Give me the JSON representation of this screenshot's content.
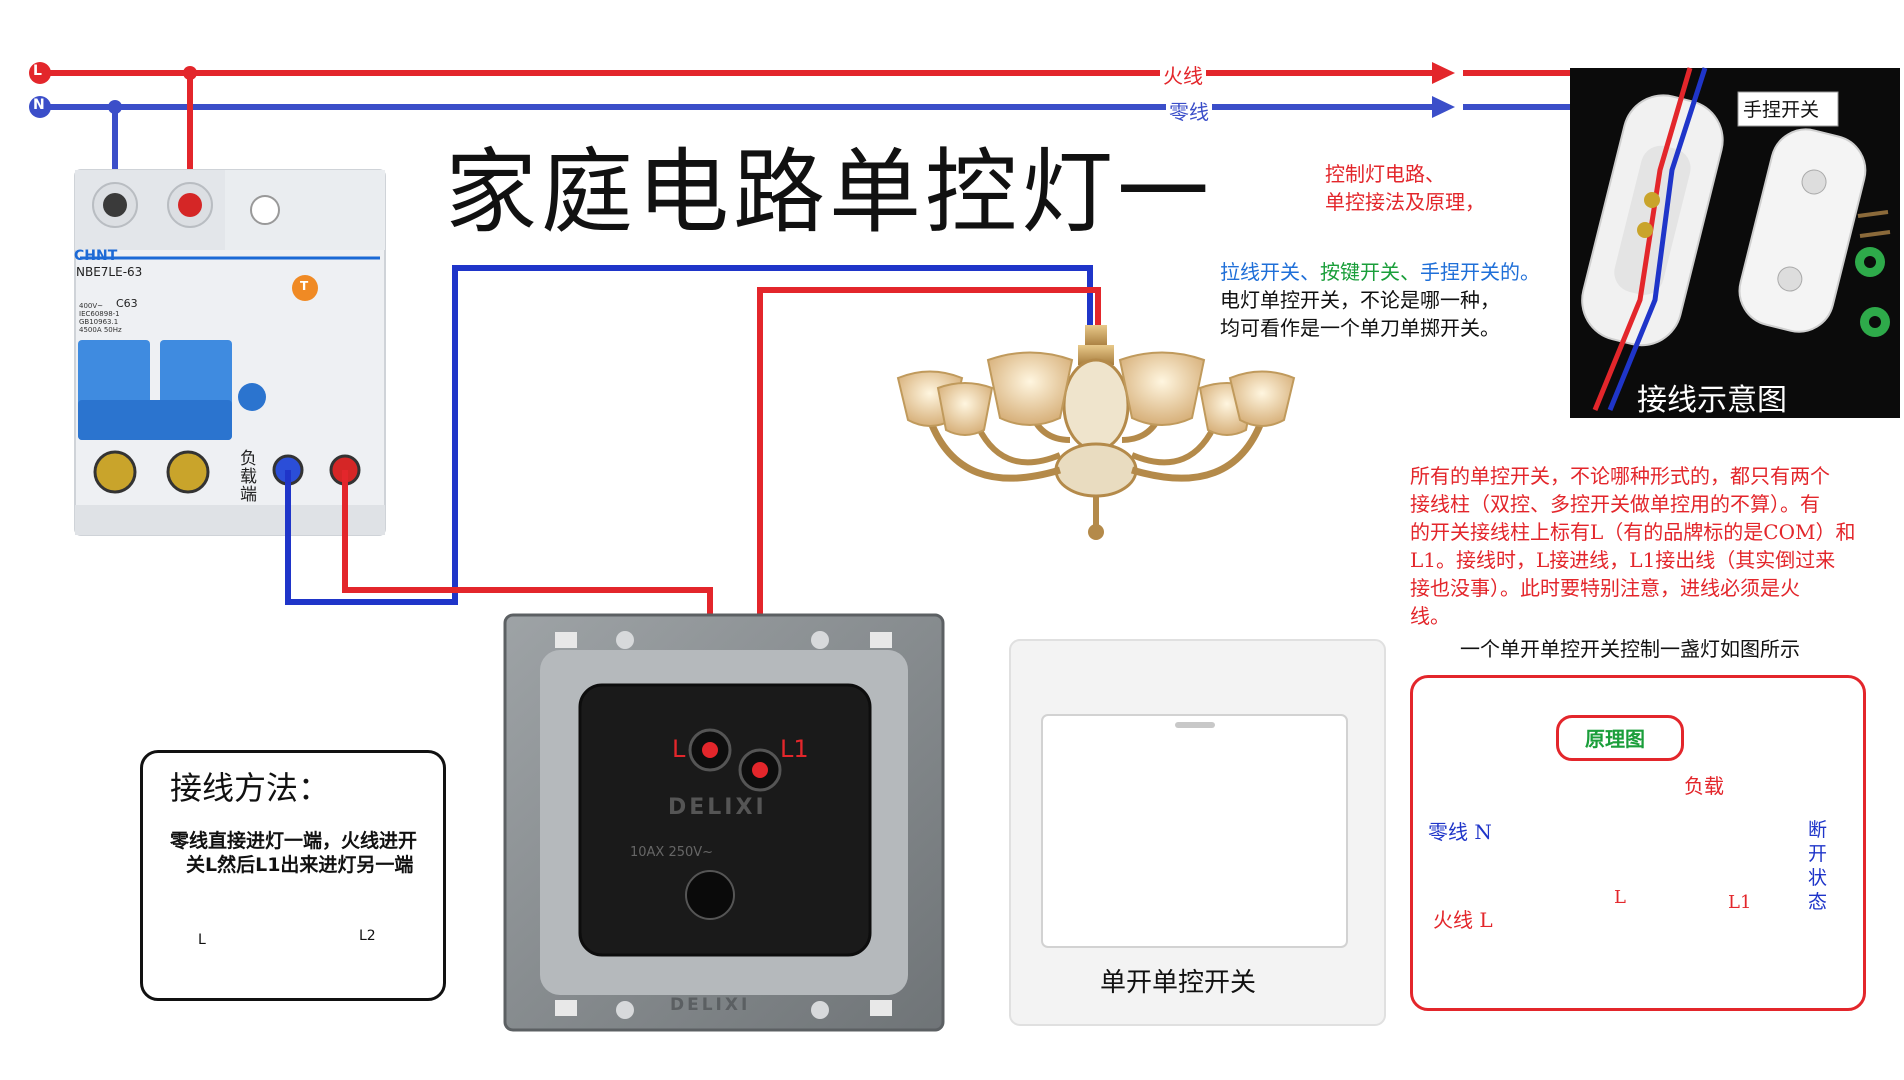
{
  "title": "家庭电路单控灯一",
  "bus": {
    "L_marker": "L",
    "N_marker": "N",
    "live_label": "火线",
    "neutral_label": "零线"
  },
  "breaker": {
    "brand": "CHNT",
    "model": "NBE7LE-63",
    "rating": "C63",
    "specs": [
      "400V~",
      "IEC60898-1",
      "GB10963.1",
      "4500A 50Hz"
    ],
    "load_label": "负载端",
    "test_label": "T"
  },
  "top_note": {
    "line1": "控制灯电路、",
    "line2": "单控接法及原理，"
  },
  "switch_types": {
    "part1": "拉线开关、",
    "part2": "按键开关、",
    "part3": "手捏开关的。",
    "line2": "电灯单控开关，不论是哪一种，",
    "line3": "均可看作是一个单刀单掷开关。"
  },
  "photo_panel": {
    "tag": "手捏开关",
    "caption": "接线示意图"
  },
  "explanation": {
    "lines": [
      "所有的单控开关，不论哪种形式的，都只有两个",
      "接线柱（双控、多控开关做单控用的不算）。有",
      "的开关接线柱上标有L（有的品牌标的是COM）和",
      "L1。接线时，L接进线，L1接出线（其实倒过来",
      "接也没事）。此时要特别注意，进线必须是火",
      "线。"
    ],
    "footer": "一个单开单控开关控制一盏灯如图所示"
  },
  "wiring_method": {
    "heading": "接线方法：",
    "line1": "零线直接进灯一端，火线进开",
    "line2": "关L然后L1出来进灯另一端",
    "tag_L": "L",
    "tag_L2": "L2"
  },
  "switch_back": {
    "terminal_L": "L",
    "terminal_L1": "L1",
    "brand": "DELIXI",
    "rating": "10AX 250V~"
  },
  "switch_front": {
    "caption": "单开单控开关"
  },
  "schematic": {
    "badge": "原理图",
    "load": "负载",
    "neutral": "零线 N",
    "live": "火线 L",
    "contact_L": "L",
    "contact_L1": "L1",
    "state": "断开状态"
  }
}
